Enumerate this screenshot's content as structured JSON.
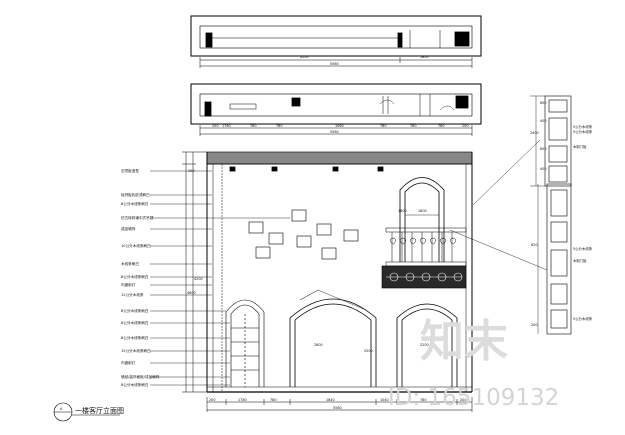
{
  "drawing": {
    "title": "一楼客厅立面图",
    "title_badge": "A",
    "watermark": {
      "logo_text": "知末",
      "id_text": "ID: 165109132"
    },
    "top_plan": {
      "dims_inner": [
        "4200",
        "1800"
      ],
      "dims_total": "5560"
    },
    "mid_plan": {
      "dims_inner": [
        "200",
        "1780",
        "780",
        "780",
        "1060",
        "780",
        "780",
        "780",
        "200"
      ],
      "dims_total": "5560"
    },
    "elevation": {
      "dims_bottom": [
        "200",
        "1780",
        "780",
        "1840",
        "1040",
        "780",
        "200"
      ],
      "dims_total": "5560",
      "left_heights": [
        "200",
        "4200",
        "4600"
      ],
      "inner_dims": [
        "1800",
        "1800",
        "2800",
        "2500",
        "2200"
      ],
      "callouts": [
        "石膏板造型",
        "硅钙板乳胶漆刷白",
        "8公分木线条刷白",
        "仿古砖斜铺中式吊顶",
        "成品墙饰",
        "10公分木线条刷白",
        "木线条刷白",
        "8公分木线条刷白",
        "内嵌射灯",
        "12公分木线条",
        "8公分木线条刷白",
        "6公分木线条刷白",
        "8公分木线条刷白",
        "15公分木线条刷白",
        "内嵌射灯",
        "墙纸/装饰面板/成品墙饰",
        "8公分木线条刷白"
      ]
    },
    "side_detail": {
      "heights": [
        "2400",
        "600",
        "400",
        "600",
        "400",
        "620",
        "200"
      ],
      "labels": [
        "5公分木线条",
        "5公分木线条",
        "木制门板",
        "5公分木线条",
        "木制门板",
        "5公分木线条"
      ]
    }
  }
}
